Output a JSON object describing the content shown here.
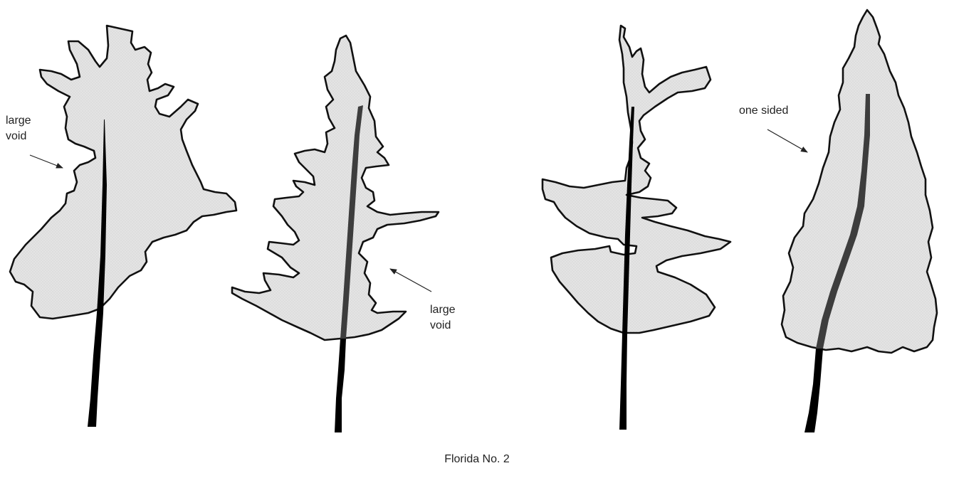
{
  "figure": {
    "caption": "Florida No. 2",
    "annotations": {
      "tree1": {
        "line1": "large",
        "line2": "void"
      },
      "tree2": {
        "line1": "large",
        "line2": "void"
      },
      "tree4": {
        "text": "one sided"
      }
    }
  },
  "colors": {
    "crown_fill": "#e3e3e3",
    "outline": "#111111",
    "stem": "#000000",
    "stem_inside": "#3d3d3d",
    "arrow": "#222222"
  },
  "icons": {
    "pointer": "arrow-icon"
  }
}
